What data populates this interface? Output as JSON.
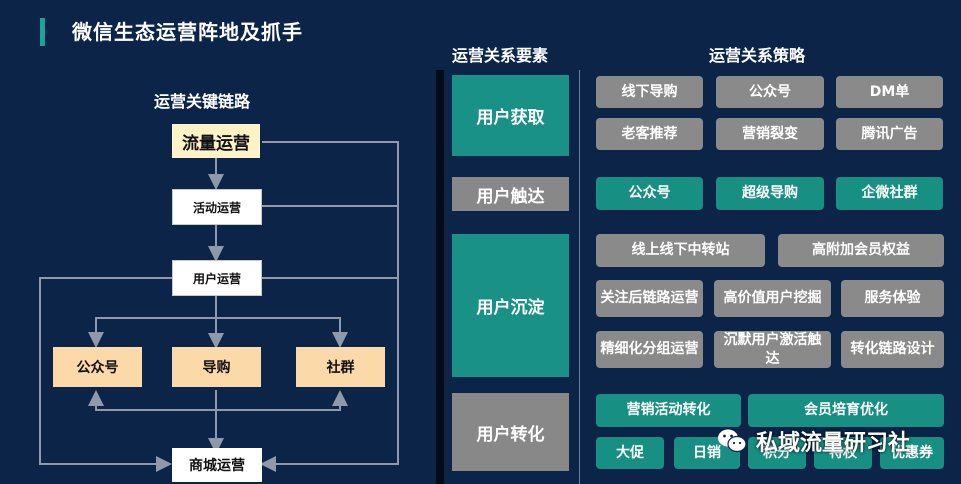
{
  "title": "微信生态运营阵地及抓手",
  "flow": {
    "heading": "运营关键链路",
    "nodes": {
      "traffic": "流量运营",
      "activity": "活动运营",
      "user": "用户运营",
      "official": "公众号",
      "guide": "导购",
      "community": "社群",
      "mall": "商城运营"
    }
  },
  "elements_heading": "运营关系要素",
  "strategy_heading": "运营关系策略",
  "rows": [
    {
      "category": "用户获取",
      "tags": [
        "线下导购",
        "公众号",
        "DM单",
        "老客推荐",
        "营销裂变",
        "腾讯广告"
      ]
    },
    {
      "category": "用户触达",
      "tags": [
        "公众号",
        "超级导购",
        "企微社群"
      ]
    },
    {
      "category": "用户沉淀",
      "tags": [
        "线上线下中转站",
        "高附加会员权益",
        "关注后链路运营",
        "高价值用户挖掘",
        "服务体验",
        "精细化分组运营",
        "沉默用户激活触达",
        "转化链路设计"
      ]
    },
    {
      "category": "用户转化",
      "tags": [
        "营销活动转化",
        "会员培育优化",
        "大促",
        "日销",
        "积分",
        "特权",
        "优惠券"
      ]
    }
  ],
  "watermark": "私域流量研习社",
  "colors": {
    "background": "#0c2448",
    "teal": "#1a9186",
    "gray": "#888888",
    "accent": "#1aa596"
  }
}
